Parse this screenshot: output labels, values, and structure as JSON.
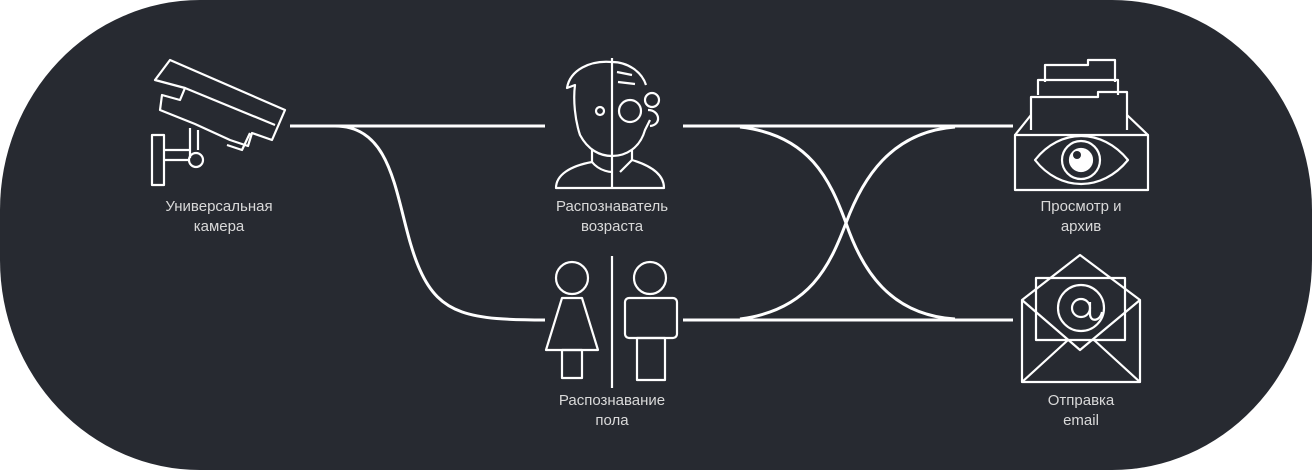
{
  "nodes": {
    "camera": {
      "line1": "Универсальная",
      "line2": "камера",
      "icon": "security-camera-icon"
    },
    "age": {
      "line1": "Распознаватель",
      "line2": "возраста",
      "icon": "half-face-age-icon"
    },
    "gender": {
      "line1": "Распознавание",
      "line2": "пола",
      "icon": "male-female-icon"
    },
    "archive": {
      "line1": "Просмотр и",
      "line2": "архив",
      "icon": "archive-eye-icon"
    },
    "email": {
      "line1": "Отправка",
      "line2": "email",
      "icon": "email-envelope-icon"
    }
  },
  "colors": {
    "background": "#272a31",
    "stroke": "#ffffff",
    "text": "#d9d9d9"
  }
}
